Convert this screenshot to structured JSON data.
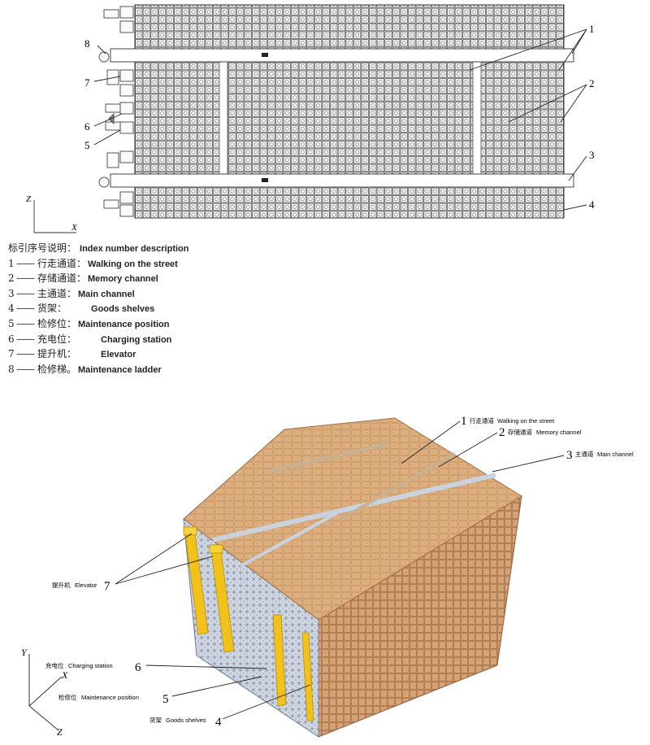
{
  "plan_view": {
    "callouts": [
      "1",
      "2",
      "3",
      "4",
      "5",
      "6",
      "7",
      "8"
    ],
    "axes": {
      "vertical": "Z",
      "horizontal": "X"
    }
  },
  "legend": {
    "heading_zh": "标引序号说明：",
    "heading_en": "Index number description",
    "items": [
      {
        "num": "1",
        "zh": "行走通道：",
        "en": "Walking on the street"
      },
      {
        "num": "2",
        "zh": "存储通道：",
        "en": "Memory channel"
      },
      {
        "num": "3",
        "zh": "主通道：",
        "en": "Main channel"
      },
      {
        "num": "4",
        "zh": "货架：",
        "en": "Goods shelves"
      },
      {
        "num": "5",
        "zh": "检修位：",
        "en": "Maintenance position"
      },
      {
        "num": "6",
        "zh": "充电位：",
        "en": "Charging station"
      },
      {
        "num": "7",
        "zh": "提升机：",
        "en": "Elevator"
      },
      {
        "num": "8",
        "zh": "检修梯。",
        "en": "Maintenance ladder"
      }
    ]
  },
  "iso_view": {
    "labels": [
      {
        "num": "1",
        "zh": "行走通道",
        "en": "Walking on the street"
      },
      {
        "num": "2",
        "zh": "存储通道",
        "en": "Memory channel"
      },
      {
        "num": "3",
        "zh": "主通道",
        "en": "Main channel"
      },
      {
        "num": "7",
        "zh": "提升机",
        "en": "Elevator"
      },
      {
        "num": "6",
        "zh": "充电位",
        "en": "Charging station"
      },
      {
        "num": "5",
        "zh": "检修位",
        "en": "Maintenance position"
      },
      {
        "num": "4",
        "zh": "货架",
        "en": "Goods shelves"
      }
    ],
    "axes": {
      "y": "Y",
      "x": "X",
      "z": "Z"
    }
  },
  "colors": {
    "box": "#d9a878",
    "box_top": "#e8c49a",
    "box_shadow": "#a87a52",
    "elevator": "#f2c21b",
    "rack": "#7f8fa8",
    "line": "#444444"
  }
}
